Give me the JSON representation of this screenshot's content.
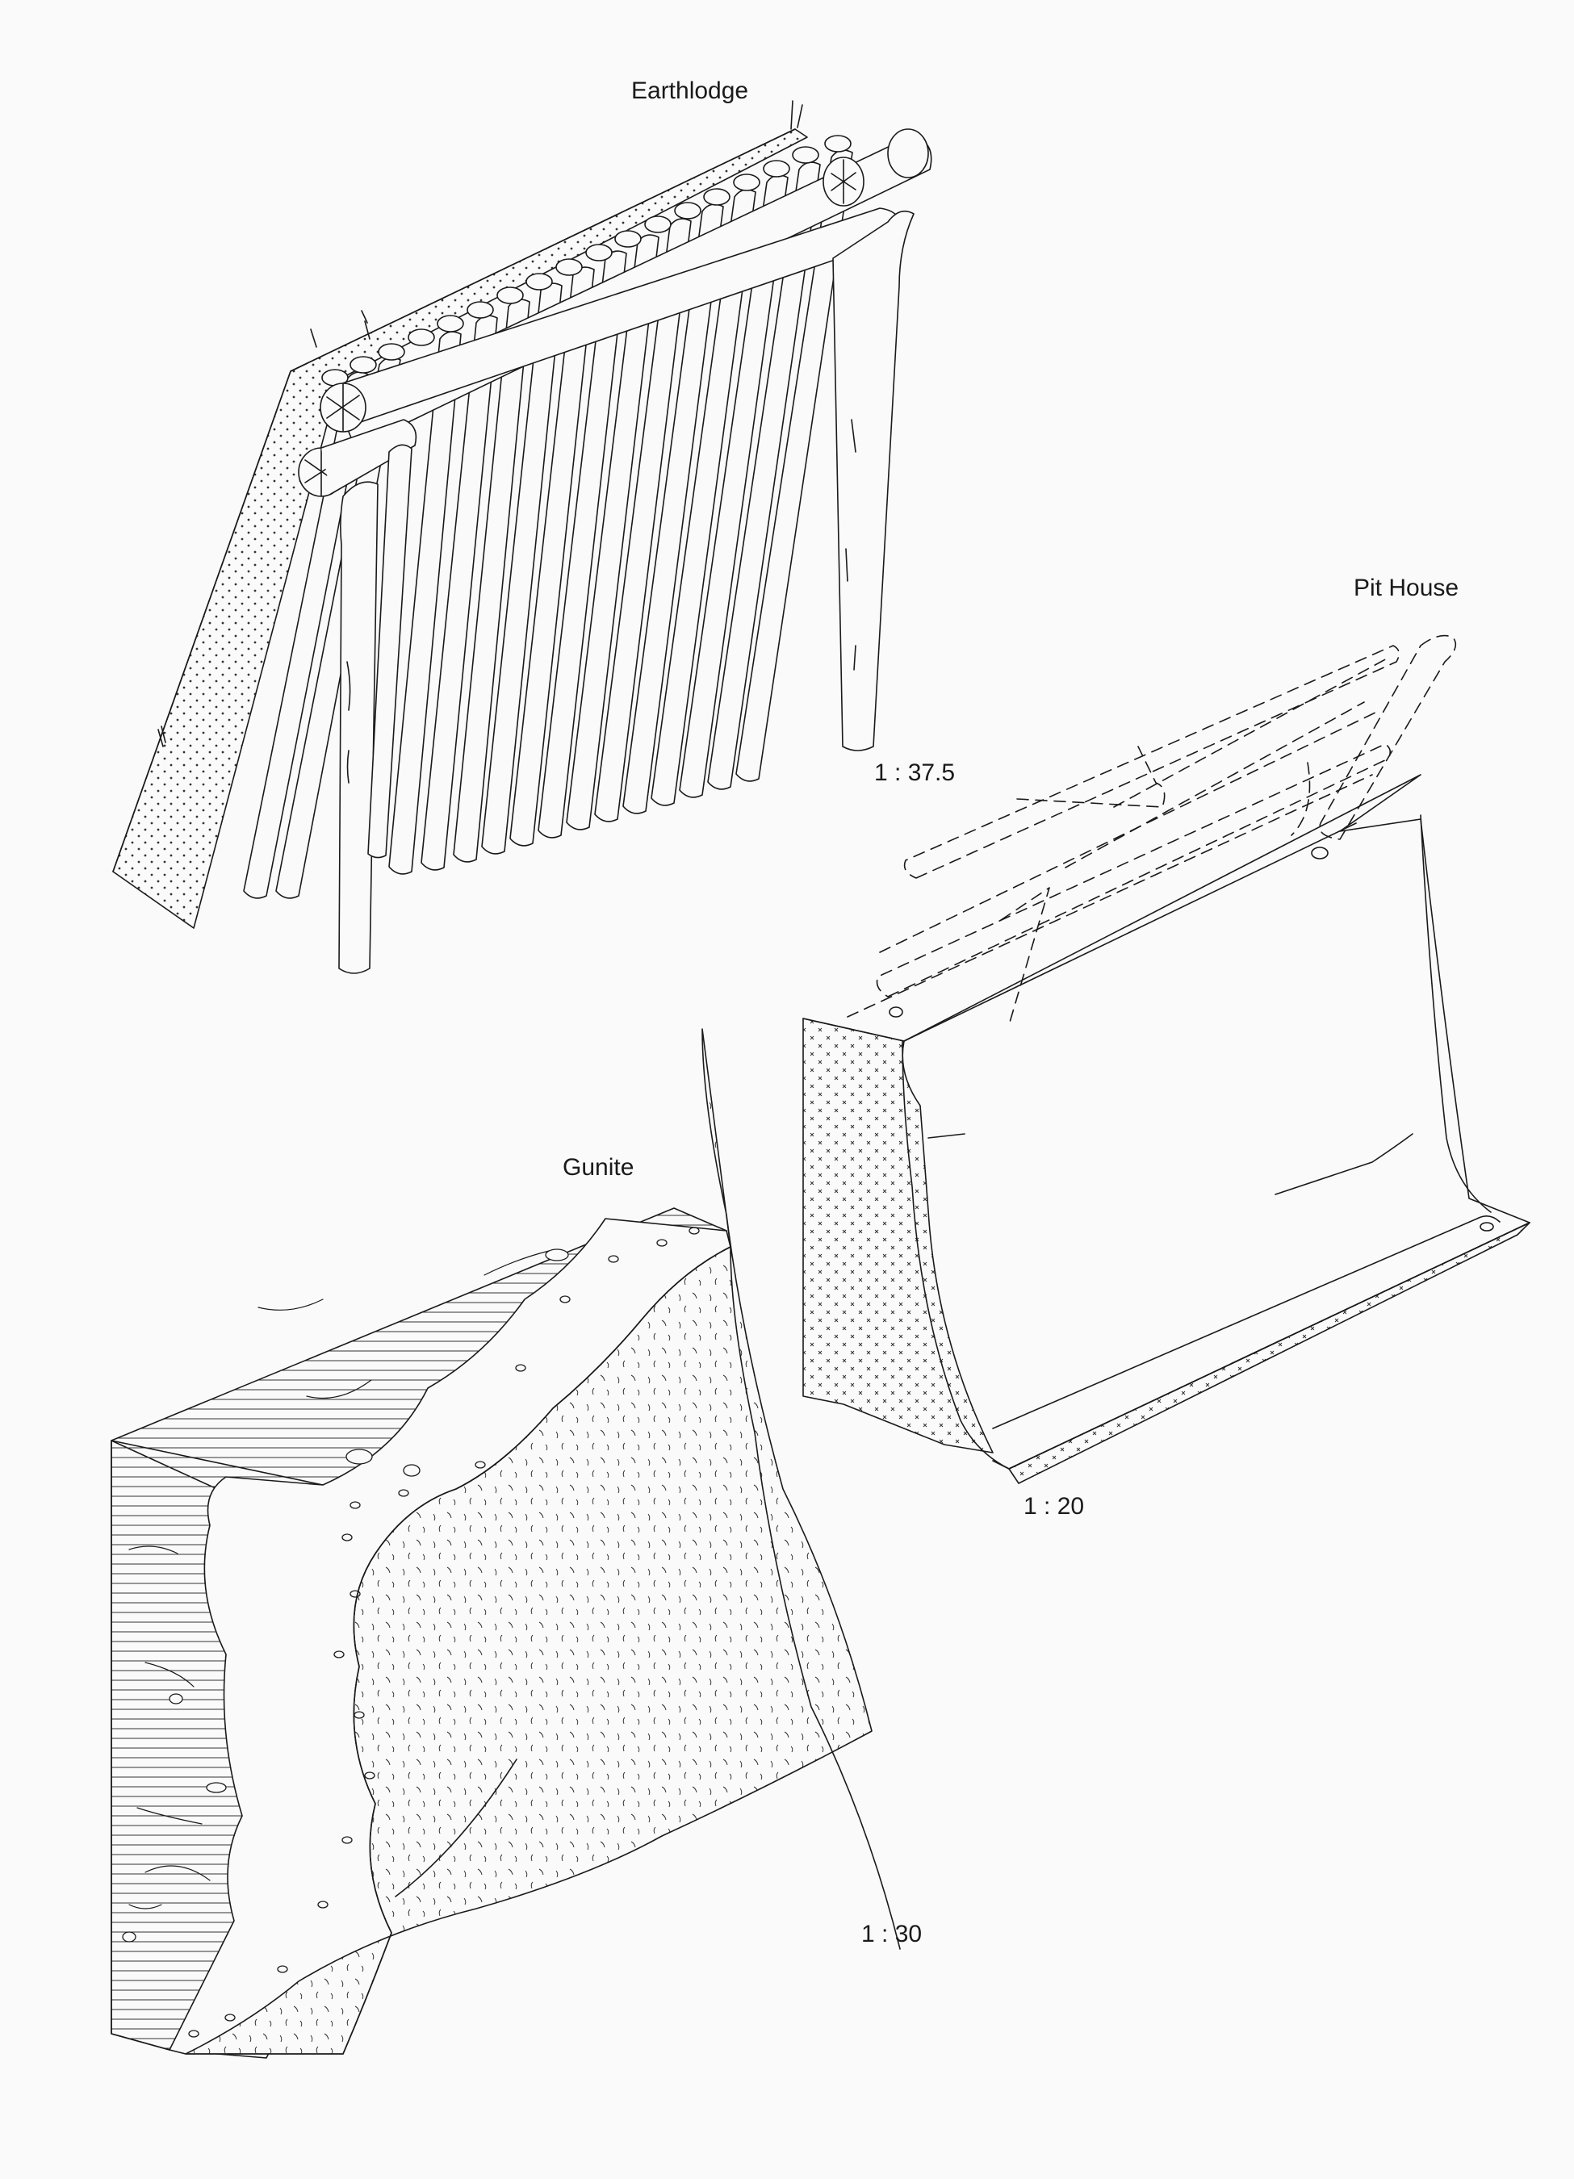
{
  "diagrams": [
    {
      "id": "earthlodge",
      "title": "Earthlodge",
      "scale": "1 : 37.5"
    },
    {
      "id": "pithouse",
      "title": "Pit House",
      "scale": "1 : 20"
    },
    {
      "id": "gunite",
      "title": "Gunite",
      "scale": "1 : 30"
    }
  ],
  "colors": {
    "line": "#1a1a1a",
    "background": "#fafafa"
  }
}
